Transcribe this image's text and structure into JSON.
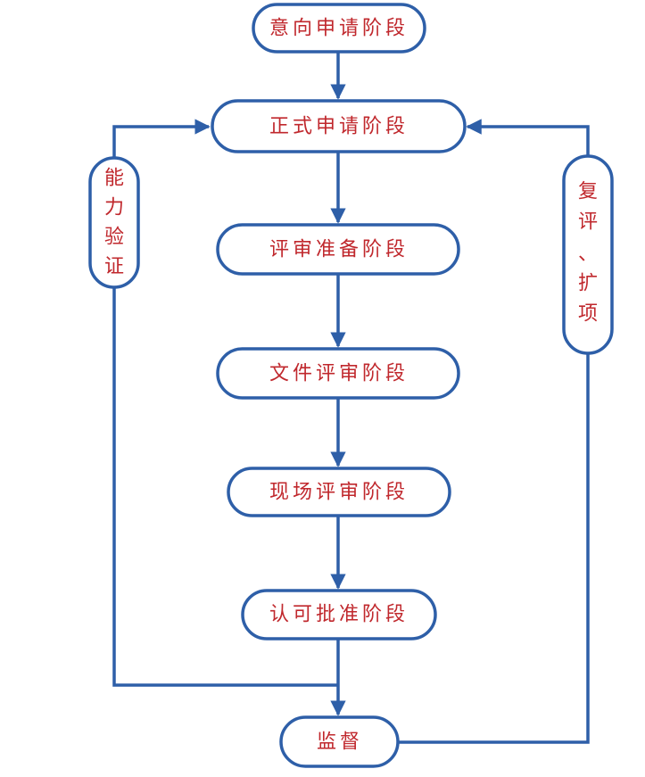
{
  "colors": {
    "stroke": "#2e5fa8",
    "text": "#c0282d",
    "background": "#ffffff"
  },
  "stages": [
    {
      "id": "intent",
      "label": "意向申请阶段"
    },
    {
      "id": "formal",
      "label": "正式申请阶段"
    },
    {
      "id": "prep",
      "label": "评审准备阶段"
    },
    {
      "id": "doc",
      "label": "文件评审阶段"
    },
    {
      "id": "onsite",
      "label": "现场评审阶段"
    },
    {
      "id": "approval",
      "label": "认可批准阶段"
    },
    {
      "id": "supervision",
      "label": "监督"
    }
  ],
  "side_loops": {
    "left": {
      "chars": [
        "能",
        "力",
        "验",
        "证"
      ]
    },
    "right": {
      "chars": [
        "复",
        "评",
        "、",
        "扩",
        "项"
      ]
    }
  }
}
